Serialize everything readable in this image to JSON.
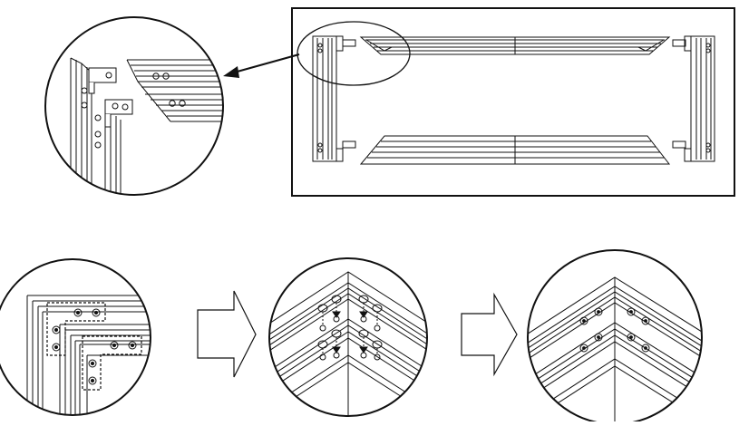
{
  "diagram": {
    "top_row": {
      "panels": [
        "frame-overview",
        "corner-detail-zoom"
      ],
      "connector": "pointer-arrow"
    },
    "bottom_row": {
      "steps": [
        "bracket-corner-view",
        "screw-alignment-view",
        "assembled-corner-view"
      ],
      "connectors": [
        "step-arrow-1",
        "step-arrow-2"
      ]
    }
  },
  "colors": {
    "line": "#111111",
    "background": "#ffffff",
    "arrow_fill": "#ffffff"
  },
  "icons": [
    "block-arrow-right-icon",
    "pointer-arrow-icon",
    "screw-icon",
    "hole-icon"
  ]
}
